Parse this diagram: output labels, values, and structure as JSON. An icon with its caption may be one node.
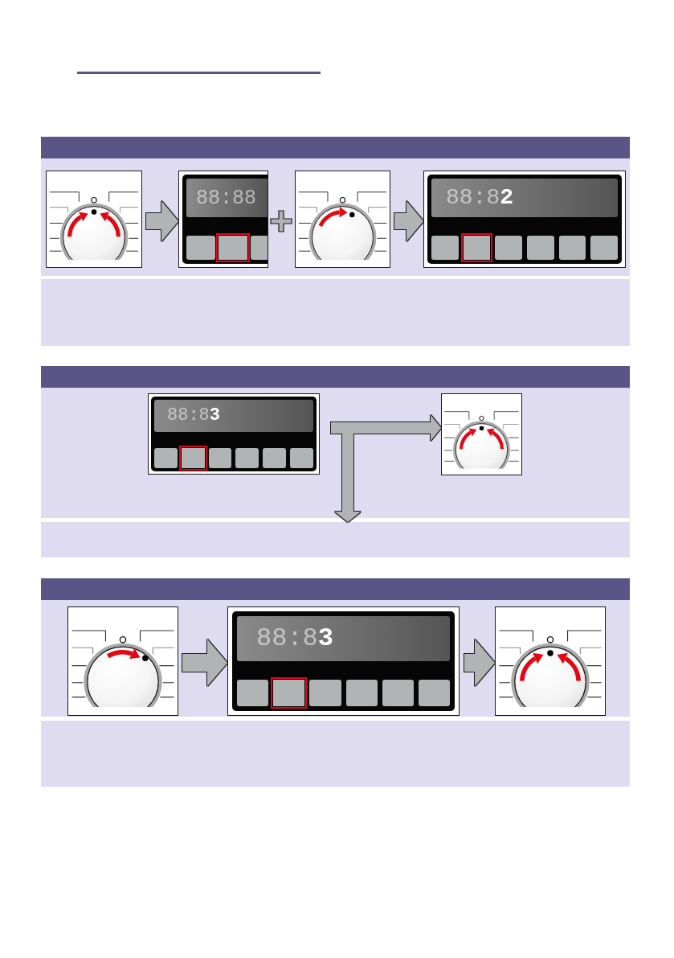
{
  "diagram": {
    "nodes": [
      {
        "text": [],
        "shape": "picture"
      },
      {
        "text": [
          "88:88"
        ]
      },
      {
        "text": [],
        "shape": "picture"
      },
      {
        "text": [
          "88:8",
          "2"
        ]
      },
      {
        "text": [
          "88:8",
          "3"
        ]
      },
      {
        "text": [],
        "shape": "picture"
      },
      {
        "text": [],
        "shape": "box"
      },
      {
        "text": [],
        "shape": "picture"
      },
      {
        "text": [
          "88:8",
          "3"
        ]
      },
      {
        "text": [],
        "shape": "picture"
      }
    ],
    "edges": [
      {
        "from": 0,
        "to": 1,
        "arrow": "to"
      },
      {
        "from": 2,
        "to": 3,
        "arrow": "to"
      },
      {
        "from": 4,
        "to": 5,
        "arrow": "to"
      },
      {
        "from": 4,
        "to": 6,
        "arrow": "to"
      },
      {
        "from": 7,
        "to": 8,
        "arrow": "to"
      },
      {
        "from": 8,
        "to": 9,
        "arrow": "to"
      }
    ]
  }
}
